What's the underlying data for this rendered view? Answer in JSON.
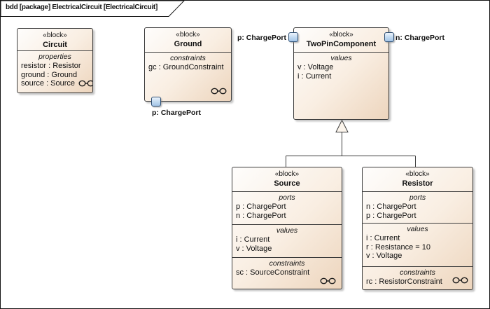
{
  "frame": {
    "title": "bdd [package] ElectricalCircuit [ElectricalCircuit]"
  },
  "stereotype_label": "«block»",
  "colors": {
    "block_fill_light": "#fefdfc",
    "block_fill_dark": "#edd5bd",
    "block_border": "#3b3b3b",
    "port_fill": "#a4c5e7",
    "port_border": "#2e4f74",
    "background": "#ffffff"
  },
  "blocks": {
    "circuit": {
      "name": "Circuit",
      "compartment_label": "properties",
      "rows": [
        "resistor : Resistor",
        "ground : Ground",
        "source : Source"
      ]
    },
    "ground": {
      "name": "Ground",
      "compartment_label": "constraints",
      "rows": [
        "gc : GroundConstraint"
      ],
      "port_label": "p: ChargePort"
    },
    "two_pin_component": {
      "name": "TwoPinComponent",
      "compartment_label": "values",
      "rows": [
        "v : Voltage",
        "i : Current"
      ],
      "port_left_label": "p: ChargePort",
      "port_right_label": "n: ChargePort"
    },
    "source": {
      "name": "Source",
      "ports_label": "ports",
      "ports": [
        "p : ChargePort",
        "n : ChargePort"
      ],
      "values_label": "values",
      "values": [
        "i : Current",
        "v : Voltage"
      ],
      "constraints_label": "constraints",
      "constraints": [
        "sc : SourceConstraint"
      ]
    },
    "resistor": {
      "name": "Resistor",
      "ports_label": "ports",
      "ports": [
        "n : ChargePort",
        "p : ChargePort"
      ],
      "values_label": "values",
      "values": [
        "i : Current",
        "r : Resistance = 10",
        "v : Voltage"
      ],
      "constraints_label": "constraints",
      "constraints": [
        "rc : ResistorConstraint"
      ]
    }
  }
}
